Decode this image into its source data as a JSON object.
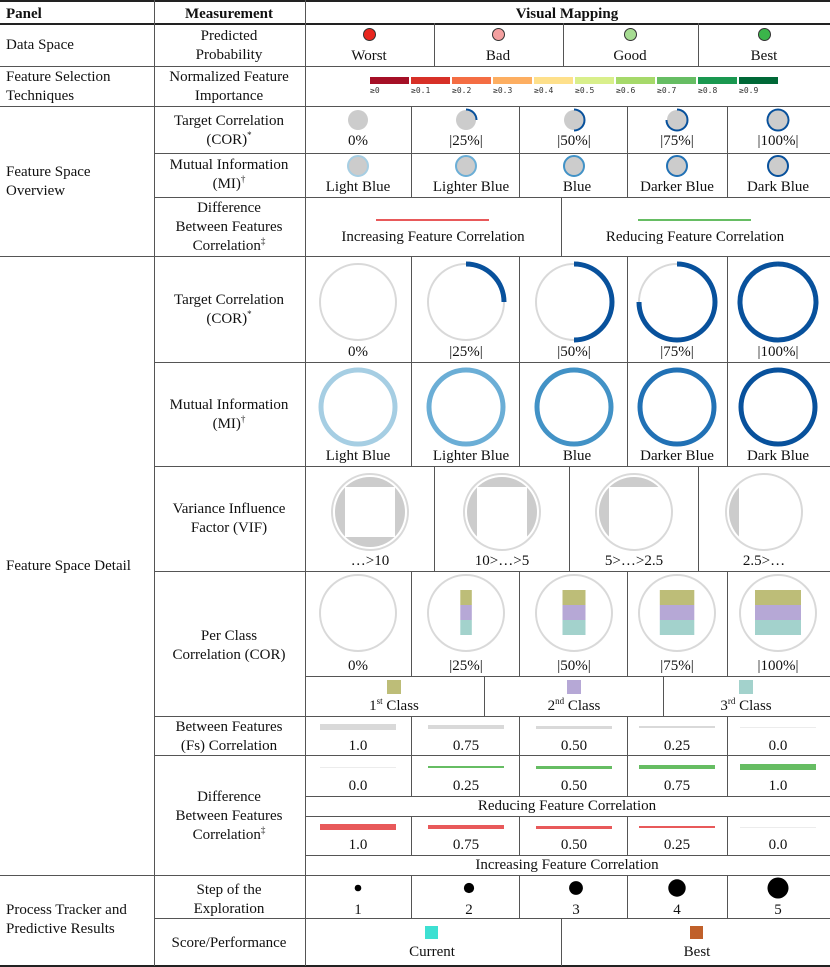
{
  "headers": {
    "panel": "Panel",
    "measurement": "Measurement",
    "mapping": "Visual Mapping"
  },
  "panels": {
    "data_space": "Data Space",
    "feature_selection": [
      "Feature Selection",
      "Techniques"
    ],
    "overview": [
      "Feature Space",
      "Overview"
    ],
    "detail": "Feature Space Detail",
    "tracker": [
      "Process Tracker and",
      "Predictive Results"
    ]
  },
  "measurements": {
    "predicted_probability": [
      "Predicted",
      "Probability"
    ],
    "normalized_importance": [
      "Normalized Feature",
      "Importance"
    ],
    "target_correlation": [
      "Target Correlation",
      "(COR)",
      "*"
    ],
    "mutual_information": [
      "Mutual Information",
      "(MI)",
      "†"
    ],
    "difference_corr": [
      "Difference",
      "Between Features",
      "Correlation",
      "‡"
    ],
    "vif": [
      "Variance Influence",
      "Factor (VIF)"
    ],
    "per_class": [
      "Per Class",
      "Correlation (COR)"
    ],
    "between_features": [
      "Between Features",
      "(Fs) Correlation"
    ],
    "step": [
      "Step of the",
      "Exploration"
    ],
    "score": "Score/Performance"
  },
  "probability": {
    "labels": [
      "Worst",
      "Bad",
      "Good",
      "Best"
    ],
    "colors": [
      "#e8261f",
      "#f4a0a0",
      "#a6dc92",
      "#3bb54a"
    ]
  },
  "importance": {
    "ticks": [
      "≥0",
      "≥0.1",
      "≥0.2",
      "≥0.3",
      "≥0.4",
      "≥0.5",
      "≥0.6",
      "≥0.7",
      "≥0.8",
      "≥0.9"
    ],
    "colors": [
      "#a50f26",
      "#d73027",
      "#f46d43",
      "#fdae61",
      "#fee08b",
      "#d9ef8b",
      "#a6d96a",
      "#66bd63",
      "#1a9850",
      "#006837"
    ]
  },
  "percent_labels": [
    "0%",
    "|25%|",
    "|50%|",
    "|75%|",
    "|100%|"
  ],
  "percent_values": [
    0,
    0.25,
    0.5,
    0.75,
    1.0
  ],
  "mi": {
    "labels": [
      "Light Blue",
      "Lighter Blue",
      "Blue",
      "Darker Blue",
      "Dark Blue"
    ],
    "colors": [
      "#a6cee3",
      "#6baed6",
      "#4292c6",
      "#2171b5",
      "#08519c"
    ]
  },
  "corr_colors": {
    "arc": "#08519c",
    "track": "#d9d9d9",
    "node_fill": "#cccccc"
  },
  "difference_overview": {
    "increasing": "Increasing Feature Correlation",
    "reducing": "Reducing Feature Correlation",
    "inc_color": "#e8595a",
    "red_color": "#66bd63"
  },
  "vif": {
    "labels": [
      "…>10",
      "10>…>5",
      "5>…>2.5",
      "2.5>…"
    ],
    "levels": [
      4,
      3,
      2,
      1
    ]
  },
  "per_class": {
    "class_labels": [
      {
        "n": "1",
        "sup": "st",
        "t": " Class"
      },
      {
        "n": "2",
        "sup": "nd",
        "t": " Class"
      },
      {
        "n": "3",
        "sup": "rd",
        "t": " Class"
      }
    ],
    "colors": [
      "#bdbd78",
      "#b6a8d6",
      "#a3d2cc"
    ]
  },
  "between": {
    "labels": [
      "1.0",
      "0.75",
      "0.50",
      "0.25",
      "0.0"
    ],
    "values": [
      1.0,
      0.75,
      0.5,
      0.25,
      0.0
    ],
    "color": "#d9d9d9"
  },
  "difference_detail": {
    "reducing_labels": [
      "0.0",
      "0.25",
      "0.50",
      "0.75",
      "1.0"
    ],
    "reducing_values": [
      0.0,
      0.25,
      0.5,
      0.75,
      1.0
    ],
    "reducing_title": "Reducing Feature Correlation",
    "increasing_labels": [
      "1.0",
      "0.75",
      "0.50",
      "0.25",
      "0.0"
    ],
    "increasing_values": [
      1.0,
      0.75,
      0.5,
      0.25,
      0.0
    ],
    "increasing_title": "Increasing Feature Correlation",
    "red_color": "#66bd63",
    "inc_color": "#e8595a"
  },
  "steps": {
    "labels": [
      "1",
      "2",
      "3",
      "4",
      "5"
    ],
    "values": [
      1,
      2,
      3,
      4,
      5
    ]
  },
  "score": {
    "labels": [
      "Current",
      "Best"
    ],
    "colors": [
      "#3de0d2",
      "#c0602a"
    ]
  }
}
